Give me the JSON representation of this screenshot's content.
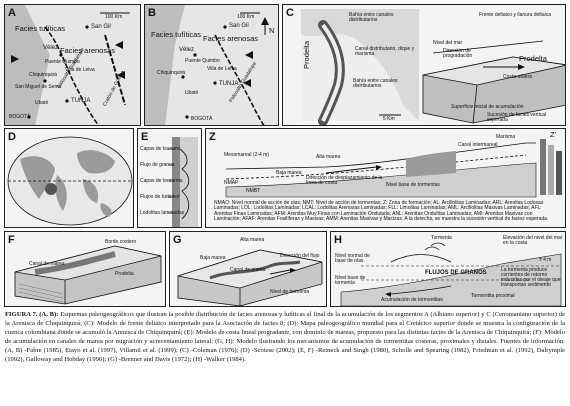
{
  "panels": {
    "a": {
      "label": "A",
      "scale": "100 Km",
      "facies_tuff": "Facies tufíticas",
      "facies_sand": "Facies arenosas",
      "san_gil": "San Gil",
      "velez": "Vélez",
      "puente_quimbo": "Puente Quimbo",
      "villa_leiva": "Villa de Leiva",
      "chiquinquira": "Chiquinquirá",
      "san_miguel": "San Miguel de Sema",
      "ubate": "Ubaté",
      "tunja": "TUNJA",
      "bogota": "BOGOTÁ",
      "paleoalto": "Paleoalto Guadalupe",
      "craton": "Cratón de Guiana"
    },
    "b": {
      "label": "B",
      "scale": "100 Km",
      "north": "N",
      "facies_tuff": "Facies tufíticas",
      "facies_sand": "Facies arenosas",
      "san_gil": "San Gil",
      "velez": "Vélez",
      "puente_quimbo": "Puente Quimbo",
      "villa_leiva": "Villa de Leiva",
      "chiquinquira": "Chiquinquirá",
      "tunja": "TUNJA",
      "ubate": "Ubaté",
      "bogota": "BOGOTÁ",
      "paleoalto": "Paleoalto Guadalupe"
    },
    "c": {
      "label": "C",
      "prodelta_left": "Prodelta",
      "bay_top": "Bahía entre canales distributarios",
      "canal": "Canal distributario, dique y marisma",
      "bay_bottom": "Bahía entre canales distributarios",
      "scale": "5 Km",
      "frente": "Frente deltaico y llanura deltaica",
      "nivel_mar": "Nivel del mar",
      "direccion": "Dirección de progradación",
      "prodelta_right": "Prodelta",
      "costa": "Costa-afuera",
      "superficie": "Superficie inicial de acumulación",
      "sucesion": "Sucesión de facies vertical esperada"
    },
    "d": {
      "label": "D"
    },
    "e": {
      "label": "E",
      "items": [
        "Capas de tsunami",
        "Flujo de granos",
        "Capas de tormenta",
        "Flujos de turbidez",
        "Lodolitas laminadas"
      ]
    },
    "z": {
      "label": "Z",
      "z_prime": "Z'",
      "labels": [
        "Mesomareal (2-4 m)",
        "Alta marea",
        "Baja marea",
        "Dirección de desplazamiento de la línea de costa",
        "Nivel base de tormentas",
        "Canal intermareal",
        "Marisma",
        "NMAP",
        "NMBT"
      ],
      "legend": "NMAO: Nivel normal de acción de olas; NMT: Nivel de acción de tormentas; Z: Zona de formación; AL: Arcillolitas Laminadas; ARL: Arenitas Lodosas Laminadas; LOL: Lodolitas Laminadas; LCAL: Lodolitas Arenosas Laminadas; FLL: Limolitas Laminadas; AML: Arcillolitas Masivas Laminadas; AFL: Arenitas Finas Laminadas; AFM: Arenitas Muy Finas con Laminación Ondulada; ANL: Arenitas Ondulitas Laminadas; AMI: Arenitas Masivas con Laminación; AFAF: Arenitas Fosilíferas y Masivas; AMM: Arenitas Masivas y Macizas. A la derecha, se muestra la sucesión vertical de facies esperada."
    },
    "f": {
      "label": "F",
      "canal": "Canal de marea",
      "borde": "Borde costero",
      "prodelta": "Prodelta"
    },
    "g": {
      "label": "G",
      "items": [
        "Alta marea",
        "Baja marea",
        "Canal de marea",
        "Nivel de tormenta",
        "Dirección del flujo"
      ]
    },
    "h": {
      "label": "H",
      "tormenta": "Tormenta",
      "nivel_normal": "Nivel normal de base de olas",
      "nivel_tormenta": "Nivel base de tormenta",
      "elevacion": "Elevación del nivel del mar en la costa",
      "flujos": "FLUJOS DE GRANOS",
      "corrientes": "La tormenta produce corrientes de retorno inducidas por el oleaje que transportan sedimento",
      "acumulacion": "Acumulación de tormentitas",
      "tormentita": "Tormentita proximal",
      "alt": "± 4 m"
    }
  },
  "caption": {
    "lead": "FIGURA 7. (A, B):",
    "text": " Esquemas paleogeográficos que ilustran la posible distribución de facies arenosas y lutíticas al final de la acumulación de los segmentos A (Albiano superior) y C (Cenomaniano superior) de la Arenisca de Chiquinquirá; (C): Modelo de frente deltaico interpretado para la Asociación de facies 8; (D): Mapa paleogeográfico mundial para el Cretácico superior donde se muestra la configuración de la cuenca colombiana donde se acumuló la Arenisca de Chiquinquirá; (E): Modelo de costa lineal progradante, con dominio de mareas, propuesto para las distintas facies de la Arenisca de Chiquinquirá; (F): Modelo de acumulación en canales de marea por migración y acrecentamiento lateral; (G, H): Modelo ilustrando los mecanismos de acumulación de tormentitas costeras, proximales y distales. Fuentes de información: (A, B) -Fabre (1985), Etayo et al. (1997), Villamil et al. (1999); (C) -Coleman (1976); (D) -Scotese (2002); (E, F) -Reineck and Singh (1980), Scholle and Spearing (1982), Friedman et al. (1992), Dalrymple (1992), Galloway and Hobday (1996); (G) -Brenner and Davis (1972); (H) -Walker (1984)."
  },
  "colors": {
    "panel_bg": "#f4f4f4",
    "ink": "#111111",
    "shade": "#9a9a9a",
    "land": "#c8c8c8"
  }
}
